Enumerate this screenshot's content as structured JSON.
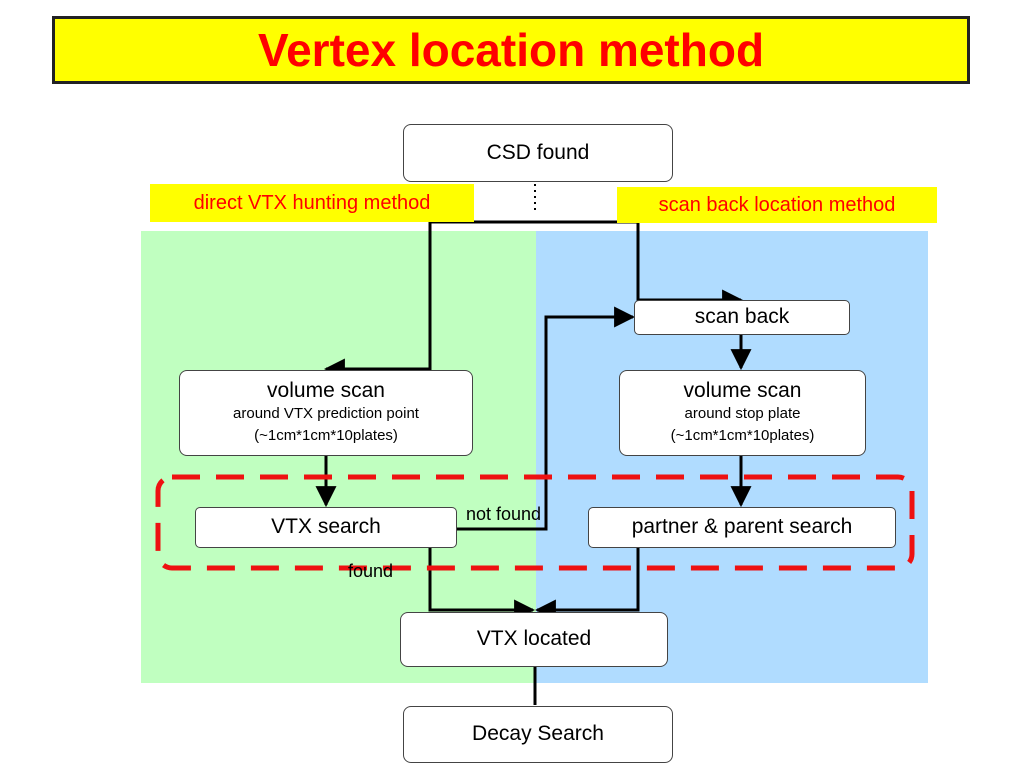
{
  "title": "Vertex location method",
  "colors": {
    "title_bg": "#ffff00",
    "title_text": "#ff0000",
    "left_panel": "#c0ffc0",
    "right_panel": "#b0dcff",
    "highlight_dash": "#ee1111"
  },
  "labels": {
    "direct_method": "direct VTX hunting method",
    "scan_back_method": "scan back location method"
  },
  "nodes": {
    "csd_found": "CSD found",
    "scan_back": "scan back",
    "volume_scan_left": {
      "title": "volume scan",
      "line1": "around VTX prediction point",
      "line2": "(~1cm*1cm*10plates)"
    },
    "volume_scan_right": {
      "title": "volume scan",
      "line1": "around stop plate",
      "line2": "(~1cm*1cm*10plates)"
    },
    "vtx_search": "VTX search",
    "partner_parent_search": "partner & parent search",
    "vtx_located": "VTX located",
    "decay_search": "Decay Search"
  },
  "edge_labels": {
    "not_found": "not found",
    "found": "found"
  }
}
